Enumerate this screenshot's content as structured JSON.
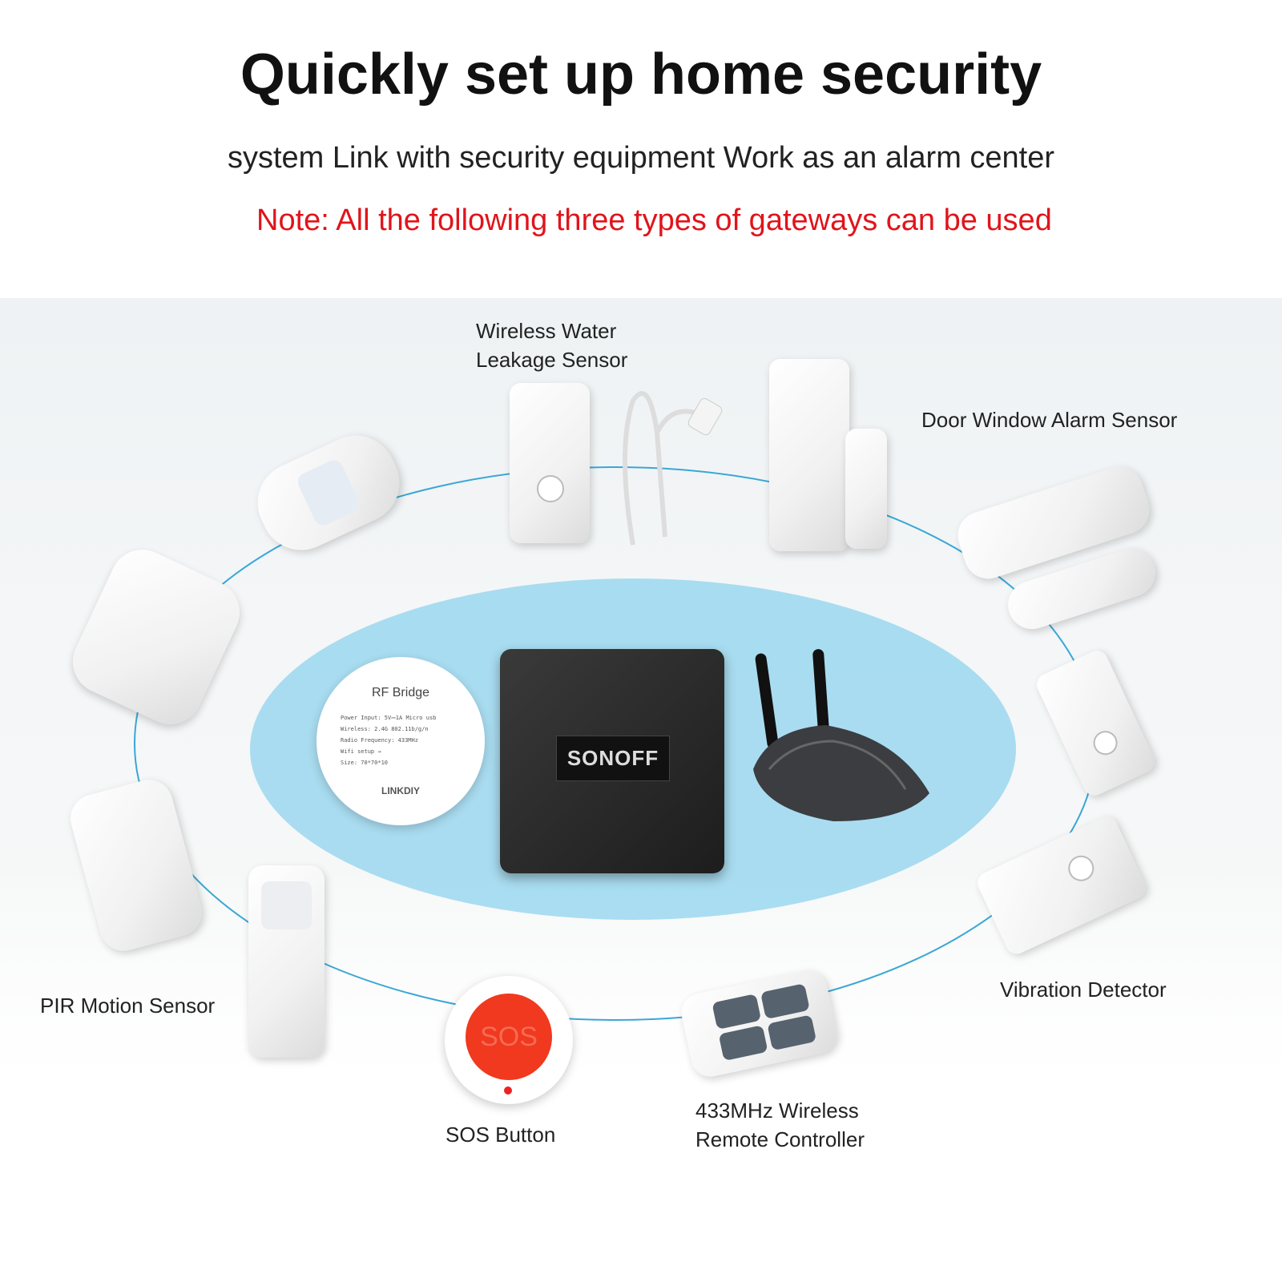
{
  "header": {
    "title": "Quickly set up home security",
    "subtitle": "system Link with security equipment Work as an alarm center",
    "note": "Note: All the following three types of gateways can be used"
  },
  "gateways": {
    "rf_bridge": {
      "title": "RF Bridge",
      "lines": [
        "Power Input: 5V⎓1A  Micro usb",
        "Wireless: 2.4G 802.11b/g/n",
        "Radio Frequency: 433MHz",
        "Wifi setup →",
        "Size: 70*70*10"
      ],
      "brand": "LINKDIY"
    },
    "sonoff": {
      "brand": "SONOFF"
    }
  },
  "devices": {
    "water": "Wireless Water\nLeakage Sensor",
    "water_lines": [
      "Wireless Water",
      "Leakage Sensor"
    ],
    "door": "Door Window Alarm Sensor",
    "pir": "PIR Motion Sensor",
    "sos": "SOS Button",
    "sos_text": "SOS",
    "remote_lines": [
      "433MHz Wireless",
      "Remote Controller"
    ],
    "vibration": "Vibration Detector"
  },
  "colors": {
    "accent_note": "#e0141b",
    "ring": "#3aa7d6",
    "hub_area": "#8fd3ee",
    "sos": "#f0391e"
  }
}
